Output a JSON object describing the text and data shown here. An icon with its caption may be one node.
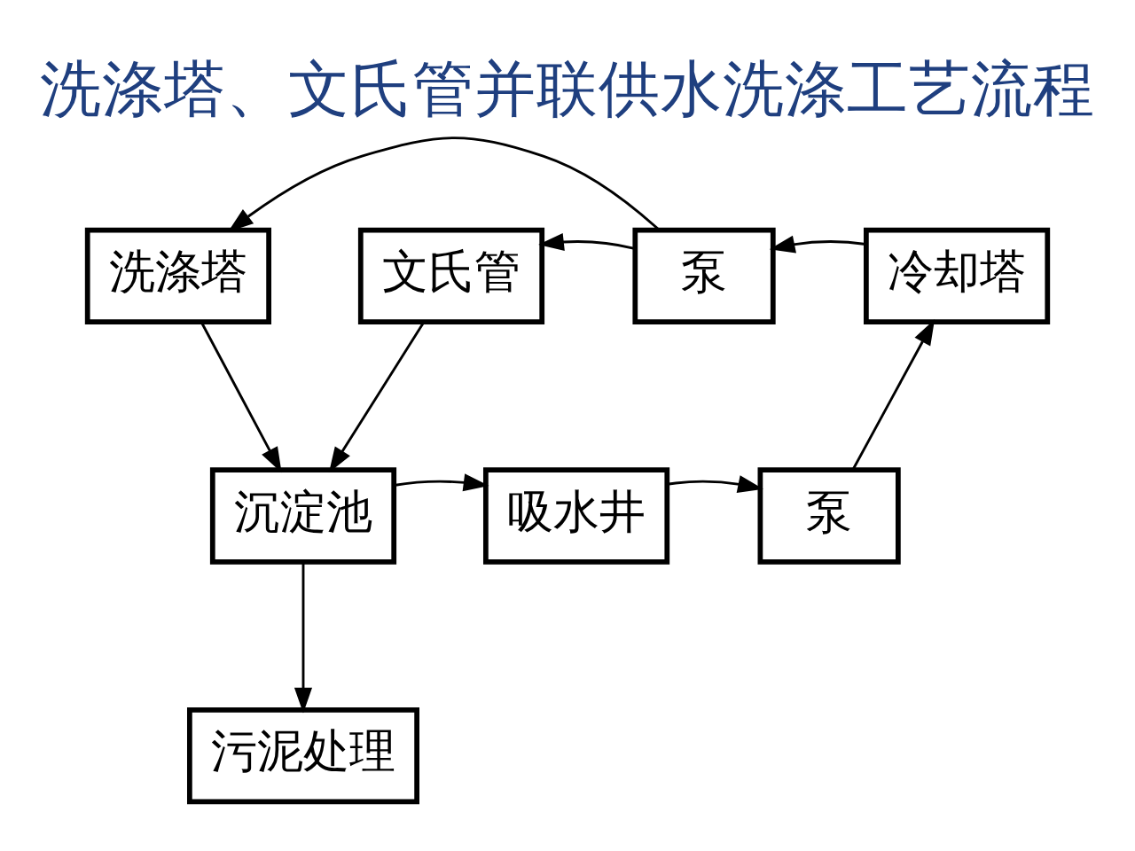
{
  "diagram": {
    "title": "洗涤塔、文氏管并联供水洗涤工艺流程",
    "nodes": [
      {
        "text": [
          "洗涤塔"
        ]
      },
      {
        "text": [
          "文氏管"
        ]
      },
      {
        "text": [
          "泵"
        ]
      },
      {
        "text": [
          "冷却塔"
        ]
      },
      {
        "text": [
          "沉淀池"
        ]
      },
      {
        "text": [
          "吸水井"
        ]
      },
      {
        "text": [
          "泵"
        ]
      },
      {
        "text": [
          "污泥处理"
        ]
      }
    ],
    "edges": [
      {
        "from": 2,
        "to": 0,
        "arrow": "to"
      },
      {
        "from": 2,
        "to": 1,
        "arrow": "to"
      },
      {
        "from": 3,
        "to": 2,
        "arrow": "to"
      },
      {
        "from": 0,
        "to": 4,
        "arrow": "to"
      },
      {
        "from": 1,
        "to": 4,
        "arrow": "to"
      },
      {
        "from": 4,
        "to": 5,
        "arrow": "to"
      },
      {
        "from": 5,
        "to": 6,
        "arrow": "to"
      },
      {
        "from": 6,
        "to": 3,
        "arrow": "to"
      },
      {
        "from": 4,
        "to": 7,
        "arrow": "to"
      }
    ]
  }
}
